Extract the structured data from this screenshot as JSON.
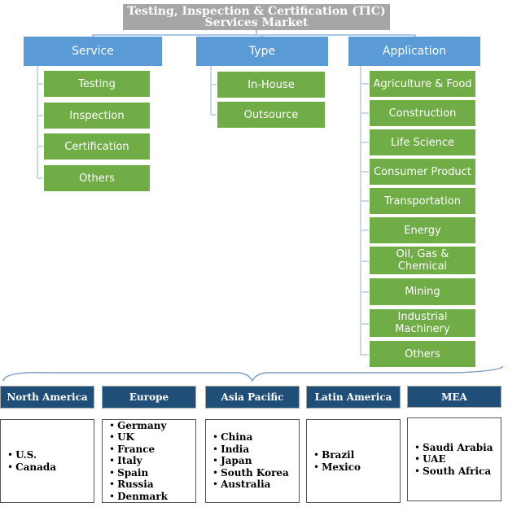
{
  "title": "Testing, Inspection & Certification (TIC) Services Market",
  "categories": {
    "service": {
      "label": "Service",
      "items": [
        "Testing",
        "Inspection",
        "Certification",
        "Others"
      ]
    },
    "type": {
      "label": "Type",
      "items": [
        "In-House",
        "Outsource"
      ]
    },
    "application": {
      "label": "Application",
      "items": [
        "Agriculture & Food",
        "Construction",
        "Life Science",
        "Consumer Product",
        "Transportation",
        "Energy",
        "Oil, Gas & Chemical",
        "Mining",
        "Industrial Machinery",
        "Others"
      ]
    }
  },
  "regions": [
    {
      "name": "North America",
      "countries": [
        "U.S.",
        "Canada"
      ]
    },
    {
      "name": "Europe",
      "countries": [
        "Germany",
        "UK",
        "France",
        "Italy",
        "Spain",
        "Russia",
        "Denmark"
      ]
    },
    {
      "name": "Asia Pacific",
      "countries": [
        "China",
        "India",
        "Japan",
        "South Korea",
        "Australia"
      ]
    },
    {
      "name": "Latin America",
      "countries": [
        "Brazil",
        "Mexico"
      ]
    },
    {
      "name": "MEA",
      "countries": [
        "Saudi Arabia",
        "UAE",
        "South Africa"
      ]
    }
  ],
  "colors": {
    "title_bg": "#a6a6a6",
    "category_bg": "#5b9bd5",
    "leaf_bg": "#70ad47",
    "region_bg": "#1f4e79"
  }
}
